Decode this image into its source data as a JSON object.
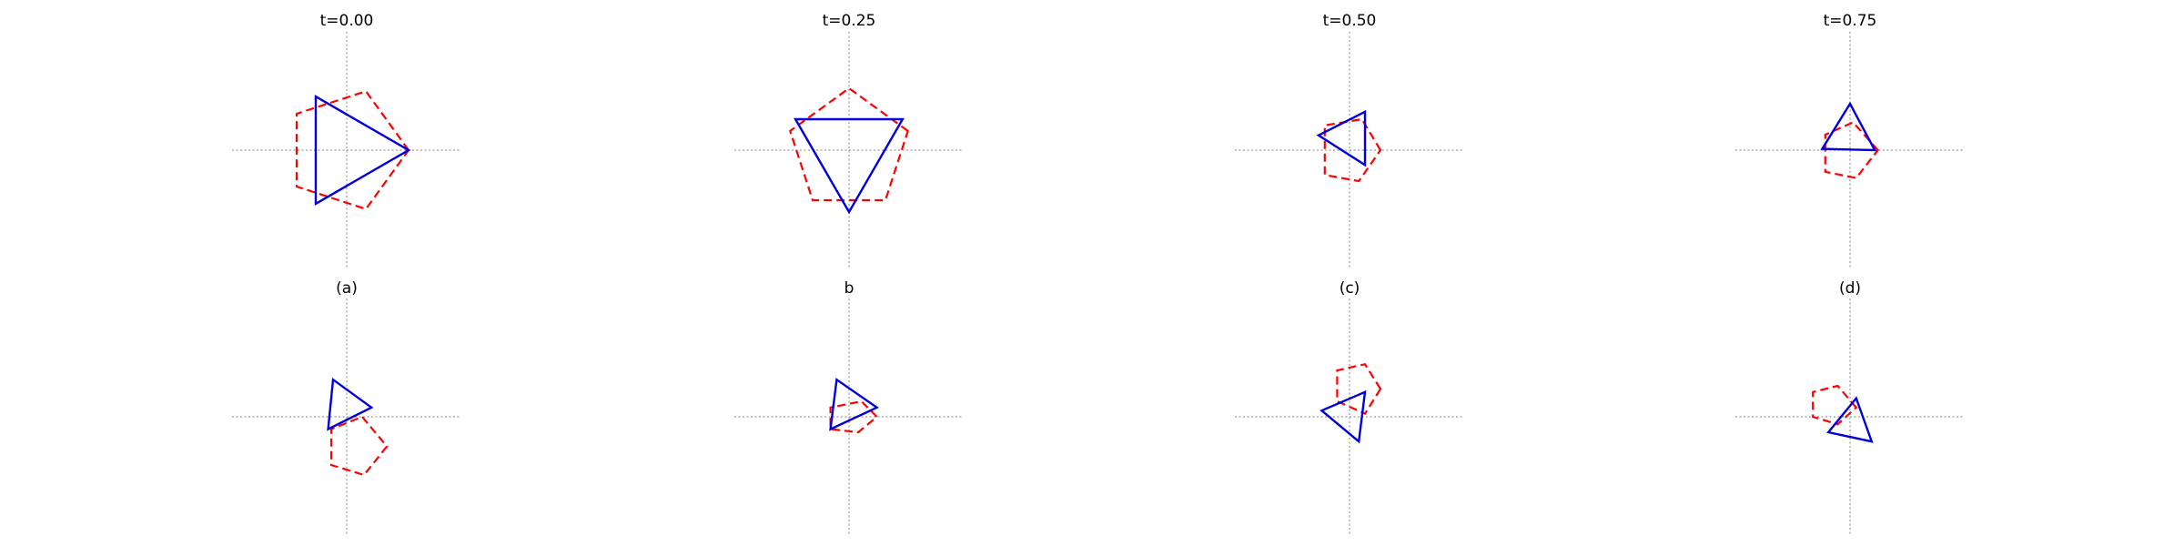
{
  "colors": {
    "triangle": "#0000dd",
    "pentagon": "#ff0000",
    "axis": "#9a9a9a"
  },
  "panels": [
    {
      "title": "t=0.00",
      "triangle": [
        [
          -0.5,
          -0.866
        ],
        [
          1,
          0
        ],
        [
          -0.5,
          0.866
        ]
      ],
      "pentagon": [
        [
          1,
          0
        ],
        [
          0.31,
          0.951
        ],
        [
          -0.809,
          0.588
        ],
        [
          -0.809,
          -0.588
        ],
        [
          0.31,
          -0.951
        ]
      ]
    },
    {
      "title": "t=0.25",
      "triangle": [
        [
          -0.866,
          0.5
        ],
        [
          0,
          -1
        ],
        [
          0.866,
          0.5
        ]
      ],
      "pentagon": [
        [
          0.951,
          0.31
        ],
        [
          0,
          1
        ],
        [
          -0.951,
          0.31
        ],
        [
          -0.588,
          -0.809
        ],
        [
          0.588,
          -0.809
        ]
      ]
    },
    {
      "title": "t=0.50",
      "triangle": [
        [
          -0.5,
          0.24
        ],
        [
          0.25,
          0.62
        ],
        [
          0.25,
          -0.24
        ]
      ],
      "pentagon": [
        [
          0.5,
          0
        ],
        [
          0.2,
          0.5
        ],
        [
          -0.4,
          0.4
        ],
        [
          -0.4,
          -0.4
        ],
        [
          0.15,
          -0.5
        ]
      ]
    },
    {
      "title": "t=0.75",
      "triangle": [
        [
          0,
          0.75
        ],
        [
          0.4,
          0
        ],
        [
          -0.45,
          0.02
        ]
      ],
      "pentagon": [
        [
          0.45,
          0
        ],
        [
          0.05,
          0.45
        ],
        [
          -0.4,
          0.25
        ],
        [
          -0.4,
          -0.35
        ],
        [
          0.1,
          -0.45
        ]
      ]
    },
    {
      "title": "(a)",
      "triangle": [
        [
          -0.22,
          0.6
        ],
        [
          0.4,
          0.15
        ],
        [
          -0.3,
          -0.2
        ]
      ],
      "pentagon": [
        [
          0.65,
          -0.48
        ],
        [
          0.28,
          -0.94
        ],
        [
          -0.25,
          -0.78
        ],
        [
          -0.25,
          -0.2
        ],
        [
          0.25,
          0.0
        ]
      ]
    },
    {
      "title": "b",
      "triangle": [
        [
          -0.2,
          0.6
        ],
        [
          0.45,
          0.15
        ],
        [
          -0.3,
          -0.2
        ]
      ],
      "pentagon": [
        [
          0.45,
          -0.0
        ],
        [
          0.2,
          0.25
        ],
        [
          -0.3,
          0.15
        ],
        [
          -0.3,
          -0.2
        ],
        [
          0.15,
          -0.25
        ]
      ]
    },
    {
      "title": "(c)",
      "triangle": [
        [
          -0.45,
          0.1
        ],
        [
          0.25,
          0.4
        ],
        [
          0.15,
          -0.4
        ]
      ],
      "pentagon": [
        [
          0.5,
          0.45
        ],
        [
          0.25,
          0.85
        ],
        [
          -0.2,
          0.75
        ],
        [
          -0.2,
          0.25
        ],
        [
          0.25,
          0.05
        ]
      ]
    },
    {
      "title": "(d)",
      "triangle": [
        [
          0.1,
          0.3
        ],
        [
          0.35,
          -0.4
        ],
        [
          -0.35,
          -0.25
        ]
      ],
      "pentagon": [
        [
          0.1,
          0.15
        ],
        [
          -0.2,
          0.5
        ],
        [
          -0.6,
          0.4
        ],
        [
          -0.6,
          0.0
        ],
        [
          -0.2,
          -0.12
        ]
      ]
    }
  ]
}
